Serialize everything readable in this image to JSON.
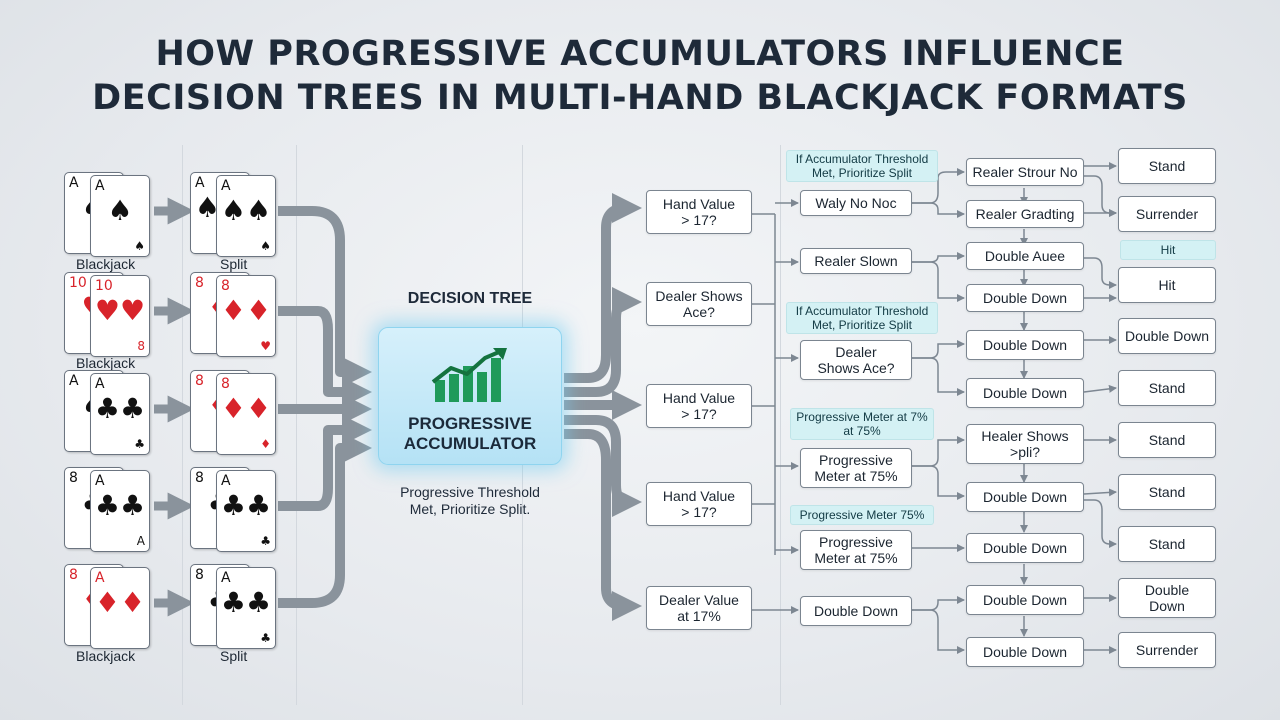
{
  "title": {
    "line1": "HOW PROGRESSIVE ACCUMULATORS INFLUENCE",
    "line2": "DECISION TREES IN MULTI-HAND BLACKJACK FORMATS"
  },
  "hands": [
    {
      "left_label": "Blackjack",
      "right_label": "Split",
      "cards": [
        {
          "rank": "A",
          "pip": "♠",
          "bottom": "♠",
          "color": "blk"
        },
        {
          "rank": "A",
          "pip": "♠",
          "bottom": "♠",
          "color": "blk"
        },
        {
          "rank": "A",
          "pip": "♠♠",
          "bottom": "",
          "color": "blk"
        },
        {
          "rank": "A",
          "pip": "♠♠",
          "bottom": "♠",
          "color": "blk"
        }
      ]
    },
    {
      "left_label": "Blackjack",
      "right_label": "",
      "cards": [
        {
          "rank": "10",
          "pip": "♥",
          "bottom": "",
          "color": "red"
        },
        {
          "rank": "10",
          "pip": "♥♥",
          "bottom": "8",
          "color": "red"
        },
        {
          "rank": "8",
          "pip": "♦",
          "bottom": "",
          "color": "red"
        },
        {
          "rank": "8",
          "pip": "♦♦",
          "bottom": "♥",
          "color": "red"
        }
      ]
    },
    {
      "left_label": "",
      "right_label": "",
      "cards": [
        {
          "rank": "A",
          "pip": "♠",
          "bottom": "",
          "color": "blk"
        },
        {
          "rank": "A",
          "pip": "♣♣",
          "bottom": "♣",
          "color": "blk"
        },
        {
          "rank": "8",
          "pip": "♦",
          "bottom": "",
          "color": "red"
        },
        {
          "rank": "8",
          "pip": "♦♦",
          "bottom": "♦",
          "color": "red"
        }
      ]
    },
    {
      "left_label": "",
      "right_label": "",
      "cards": [
        {
          "rank": "8",
          "pip": "♣",
          "bottom": "",
          "color": "blk"
        },
        {
          "rank": "A",
          "pip": "♣♣",
          "bottom": "A",
          "color": "blk"
        },
        {
          "rank": "8",
          "pip": "♣",
          "bottom": "",
          "color": "blk"
        },
        {
          "rank": "A",
          "pip": "♣♣",
          "bottom": "♣",
          "color": "blk"
        }
      ]
    },
    {
      "left_label": "Blackjack",
      "right_label": "Split",
      "cards": [
        {
          "rank": "8",
          "pip": "♦",
          "bottom": "",
          "color": "red"
        },
        {
          "rank": "A",
          "pip": "♦♦",
          "bottom": "",
          "color": "red"
        },
        {
          "rank": "8",
          "pip": "♣",
          "bottom": "",
          "color": "blk"
        },
        {
          "rank": "A",
          "pip": "♣♣",
          "bottom": "♣",
          "color": "blk"
        }
      ]
    }
  ],
  "accumulator": {
    "section_label": "DECISION TREE",
    "title_line1": "PROGRESSIVE",
    "title_line2": "ACCUMULATOR",
    "caption_line1": "Progressive Threshold",
    "caption_line2": "Met, Prioritize Split.",
    "accent_green": "#1f9a5a",
    "accent_blue": "#9ad8f2"
  },
  "level1": [
    {
      "line1": "Hand Value",
      "line2": "> 17?"
    },
    {
      "line1": "Dealer Shows",
      "line2": "Ace?"
    },
    {
      "line1": "Hand Value",
      "line2": "> 17?"
    },
    {
      "line1": "Hand Value",
      "line2": "> 17?"
    },
    {
      "line1": "Dealer Value",
      "line2": "at 17%"
    }
  ],
  "level2": [
    {
      "line1": "Waly No Noc",
      "line2": ""
    },
    {
      "line1": "Realer Slown",
      "line2": ""
    },
    {
      "line1": "Dealer",
      "line2": "Shows Ace?"
    },
    {
      "line1": "Progressive",
      "line2": "Meter at 75%"
    },
    {
      "line1": "Progressive",
      "line2": "Meter at 75%"
    },
    {
      "line1": "Double Down",
      "line2": ""
    }
  ],
  "notes": [
    {
      "line1": "If Accumulator Threshold",
      "line2": "Met, Prioritize Split"
    },
    {
      "line1": "If Accumulator Threshold",
      "line2": "Met, Prioritize Split"
    },
    {
      "line1": "Progressive Meter at 7%",
      "line2": "at 75%"
    },
    {
      "line1": "Progressive Meter 75%",
      "line2": ""
    }
  ],
  "level3": [
    {
      "line1": "Realer Strour No",
      "line2": ""
    },
    {
      "line1": "Realer Gradting",
      "line2": ""
    },
    {
      "line1": "Double Auee",
      "line2": ""
    },
    {
      "line1": "Double Down",
      "line2": ""
    },
    {
      "line1": "Double Down",
      "line2": ""
    },
    {
      "line1": "Double Down",
      "line2": ""
    },
    {
      "line1": "Healer Shows",
      "line2": ">pli?"
    },
    {
      "line1": "Double Down",
      "line2": ""
    },
    {
      "line1": "Double Down",
      "line2": ""
    },
    {
      "line1": "Double Down",
      "line2": ""
    },
    {
      "line1": "Double Down",
      "line2": ""
    }
  ],
  "level4": [
    {
      "line1": "Stand",
      "line2": ""
    },
    {
      "line1": "Surrender",
      "line2": ""
    },
    {
      "line1": "Hit",
      "line2": ""
    },
    {
      "line1": "Double Down",
      "line2": ""
    },
    {
      "line1": "Stand",
      "line2": ""
    },
    {
      "line1": "Stand",
      "line2": ""
    },
    {
      "line1": "Stand",
      "line2": ""
    },
    {
      "line1": "Stand",
      "line2": ""
    },
    {
      "line1": "Double",
      "line2": "Down"
    },
    {
      "line1": "Surrender",
      "line2": ""
    }
  ],
  "level4_note": "Hit",
  "colors": {
    "connector": "#7d8792",
    "flow_arrow": "#8a939c",
    "box_border": "#7b8590"
  }
}
